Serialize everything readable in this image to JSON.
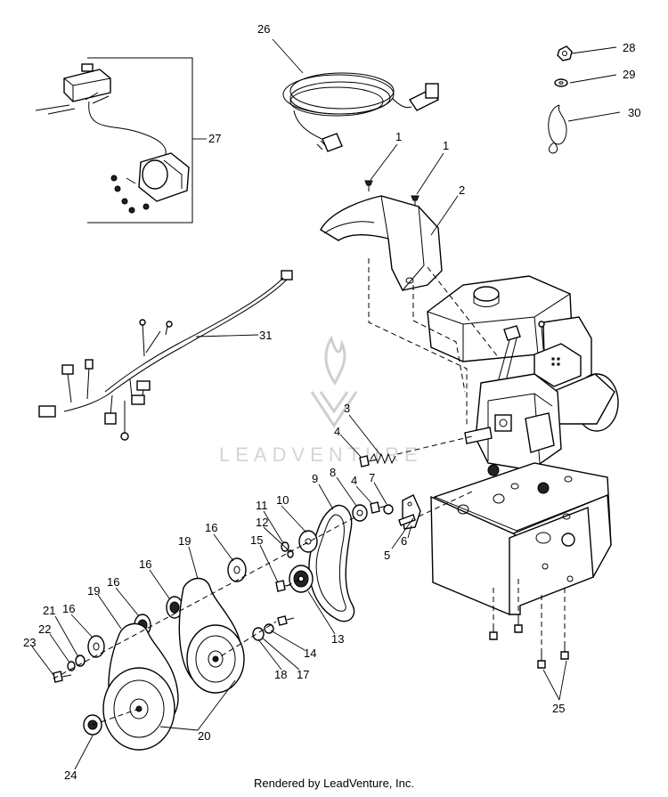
{
  "watermark": {
    "text": "LEADVENTURE"
  },
  "footer": {
    "credit": "Rendered by LeadVenture, Inc."
  },
  "callouts": [
    {
      "id": "26",
      "label": "26"
    },
    {
      "id": "28",
      "label": "28"
    },
    {
      "id": "29",
      "label": "29"
    },
    {
      "id": "30",
      "label": "30"
    },
    {
      "id": "27",
      "label": "27"
    },
    {
      "id": "1a",
      "label": "1"
    },
    {
      "id": "1b",
      "label": "1"
    },
    {
      "id": "2",
      "label": "2"
    },
    {
      "id": "31",
      "label": "31"
    },
    {
      "id": "3",
      "label": "3"
    },
    {
      "id": "4a",
      "label": "4"
    },
    {
      "id": "9",
      "label": "9"
    },
    {
      "id": "8",
      "label": "8"
    },
    {
      "id": "4b",
      "label": "4"
    },
    {
      "id": "7",
      "label": "7"
    },
    {
      "id": "10",
      "label": "10"
    },
    {
      "id": "11",
      "label": "11"
    },
    {
      "id": "12",
      "label": "12"
    },
    {
      "id": "16a",
      "label": "16"
    },
    {
      "id": "19a",
      "label": "19"
    },
    {
      "id": "15",
      "label": "15"
    },
    {
      "id": "6",
      "label": "6"
    },
    {
      "id": "5",
      "label": "5"
    },
    {
      "id": "16b",
      "label": "16"
    },
    {
      "id": "16c",
      "label": "16"
    },
    {
      "id": "19b",
      "label": "19"
    },
    {
      "id": "21",
      "label": "21"
    },
    {
      "id": "16d",
      "label": "16"
    },
    {
      "id": "22",
      "label": "22"
    },
    {
      "id": "23",
      "label": "23"
    },
    {
      "id": "13",
      "label": "13"
    },
    {
      "id": "14",
      "label": "14"
    },
    {
      "id": "17",
      "label": "17"
    },
    {
      "id": "18",
      "label": "18"
    },
    {
      "id": "20",
      "label": "20"
    },
    {
      "id": "25",
      "label": "25"
    },
    {
      "id": "24",
      "label": "24"
    }
  ]
}
